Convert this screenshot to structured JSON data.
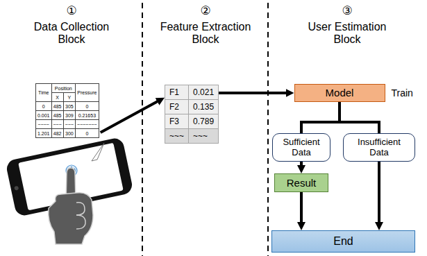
{
  "diagram": {
    "nodes": [
      {
        "text": [
          "Time",
          "Position",
          "X",
          "Y",
          "Pressure",
          "0",
          "485",
          "305",
          "0",
          "0.001",
          "485",
          "309",
          "0.21653",
          "~~~~",
          "~~~",
          "~~~",
          "~~~~~~~",
          "1.201",
          "482",
          "300",
          "0"
        ]
      },
      {
        "text": [
          "F1",
          "0.021",
          "F2",
          "0.135",
          "F3",
          "0.789",
          "~~~",
          "~~~"
        ]
      },
      {
        "text": [
          "Model",
          "Train"
        ]
      },
      {
        "text": [
          "Sufficient Data"
        ]
      },
      {
        "text": [
          "Insufficient Data"
        ]
      },
      {
        "text": [
          "Result"
        ]
      },
      {
        "text": [
          "End"
        ]
      }
    ],
    "edges": [
      {
        "from": 0,
        "to": 1,
        "arrow": "to"
      },
      {
        "from": 1,
        "to": 2,
        "arrow": "to"
      },
      {
        "from": 2,
        "to": 3,
        "arrow": "none"
      },
      {
        "from": 2,
        "to": 4,
        "arrow": "none"
      },
      {
        "from": 3,
        "to": 5,
        "arrow": "to"
      },
      {
        "from": 5,
        "to": 6,
        "arrow": "to"
      },
      {
        "from": 4,
        "to": 6,
        "arrow": "to"
      }
    ],
    "labels": [
      "①",
      "Data Collection Block",
      "②",
      "Feature Extraction Block",
      "③",
      "User Estimation Block"
    ]
  }
}
